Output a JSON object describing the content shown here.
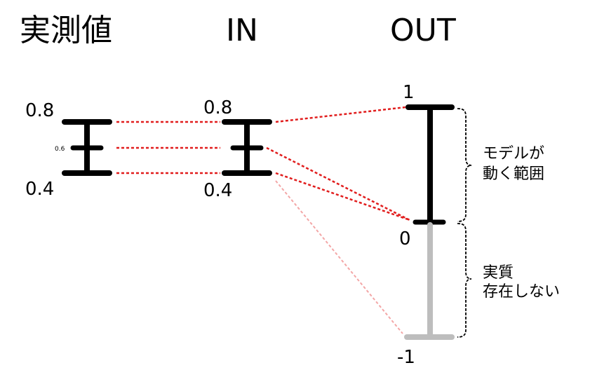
{
  "headers": {
    "measured": "実測値",
    "in": "IN",
    "out": "OUT"
  },
  "measured_scale": {
    "top": "0.8",
    "mid": "0.6",
    "bottom": "0.4"
  },
  "in_scale": {
    "top": "0.8",
    "bottom": "0.4"
  },
  "out_scale": {
    "top": "1",
    "mid": "0",
    "bottom": "-1"
  },
  "annotations": {
    "model_range_line1": "モデルが",
    "model_range_line2": "動く範囲",
    "nonexistent_line1": "実質",
    "nonexistent_line2": "存在しない"
  },
  "colors": {
    "bar": "#000000",
    "inactive_bar": "#bdbdbd",
    "mapping_line": "#e11d1d",
    "faded_mapping_line": "#f3a6a6"
  }
}
